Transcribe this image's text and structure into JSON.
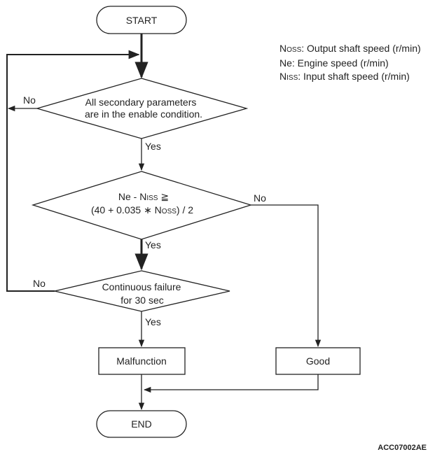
{
  "nodes": {
    "start": "START",
    "decision1_line1": "All secondary parameters",
    "decision1_line2": "are in the enable condition.",
    "decision2_line1_main": "Ne - N",
    "decision2_line1_sub": "ISS",
    "decision2_line1_op": " ≧",
    "decision2_line2_pre": "(40 + 0.035 ∗ N",
    "decision2_line2_sub": "OSS",
    "decision2_line2_post": ") / 2",
    "decision3_line1": "Continuous failure",
    "decision3_line2": "for 30 sec",
    "malfunction": "Malfunction",
    "good": "Good",
    "end": "END"
  },
  "edge_labels": {
    "d1_no": "No",
    "d1_yes": "Yes",
    "d2_no": "No",
    "d2_yes": "Yes",
    "d3_no": "No",
    "d3_yes": "Yes"
  },
  "legend": {
    "oss_sym": "N",
    "oss_sub": "OSS",
    "oss_desc": ": Output shaft speed (r/min)",
    "ne_sym": "Ne",
    "ne_desc": ": Engine speed (r/min)",
    "iss_sym": "N",
    "iss_sub": "ISS",
    "iss_desc": ": Input shaft speed (r/min)"
  },
  "figure_id": "ACC07002AE"
}
